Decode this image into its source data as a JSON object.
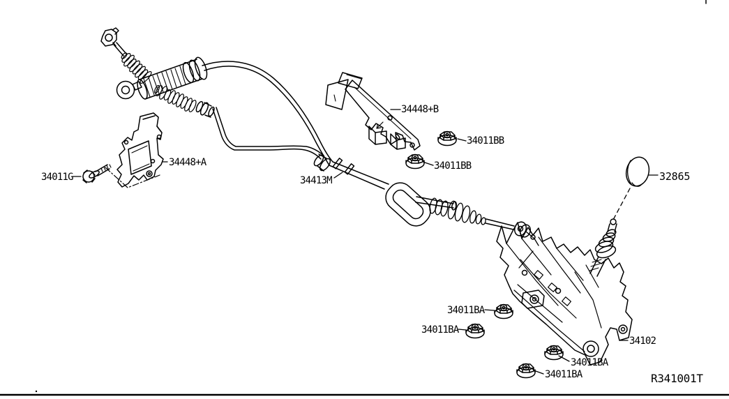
{
  "diagram": {
    "background": "#ffffff",
    "line_color": "#000000",
    "ref_code": "R341001T",
    "labels": [
      {
        "id": "34448B",
        "text": "34448+B"
      },
      {
        "id": "34011BB-upper",
        "text": "34011BB"
      },
      {
        "id": "34011BB-lower",
        "text": "34011BB"
      },
      {
        "id": "32865",
        "text": "32865"
      },
      {
        "id": "34448A",
        "text": "34448+A"
      },
      {
        "id": "34011G",
        "text": "34011G"
      },
      {
        "id": "34413M",
        "text": "34413M"
      },
      {
        "id": "34011BA-upper-left",
        "text": "34011BA"
      },
      {
        "id": "34011BA-mid-left",
        "text": "34011BA"
      },
      {
        "id": "34102",
        "text": "34102"
      },
      {
        "id": "34011BA-lower-right",
        "text": "34011BA"
      },
      {
        "id": "34011BA-bottom",
        "text": "34011BA"
      }
    ]
  }
}
